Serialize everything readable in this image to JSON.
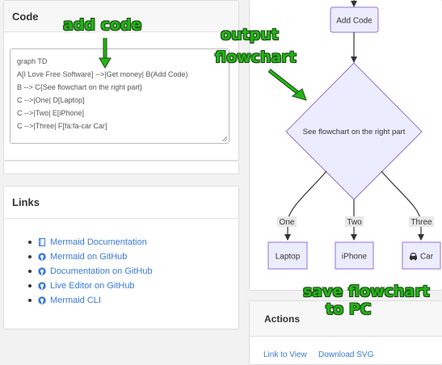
{
  "code_panel": {
    "title": "Code",
    "lines": [
      "graph TD",
      "A[I Love Free Software] -->|Get money| B(Add Code)",
      "B --> C{See flowchart on the right part}",
      "C -->|One| D[Laptop]",
      "C -->|Two| E[iPhone]",
      "C -->|Three| F[fa:fa-car Car]"
    ]
  },
  "links_panel": {
    "title": "Links",
    "items": [
      {
        "label": "Mermaid Documentation",
        "icon": "book-icon"
      },
      {
        "label": "Mermaid on GitHub",
        "icon": "github-icon"
      },
      {
        "label": "Documentation on GitHub",
        "icon": "github-icon"
      },
      {
        "label": "Live Editor on GitHub",
        "icon": "github-icon"
      },
      {
        "label": "Mermaid CLI",
        "icon": "github-icon"
      }
    ]
  },
  "flowchart": {
    "nodes": {
      "add_code": "Add Code",
      "decision": "See flowchart on the right part",
      "laptop": "Laptop",
      "iphone": "iPhone",
      "car": "Car"
    },
    "edges": {
      "one": "One",
      "two": "Two",
      "three": "Three"
    },
    "car_icon": "car-icon",
    "node_fill": "#ececff",
    "node_stroke": "#9370db"
  },
  "actions_panel": {
    "title": "Actions",
    "links": [
      "Link to View",
      "Download SVG"
    ]
  },
  "annotations": {
    "add_code": "add code",
    "output_flowchart": [
      "output",
      "flowchart"
    ],
    "save_flowchart": [
      "save flowchart",
      "to PC"
    ],
    "color": "#22b515"
  }
}
